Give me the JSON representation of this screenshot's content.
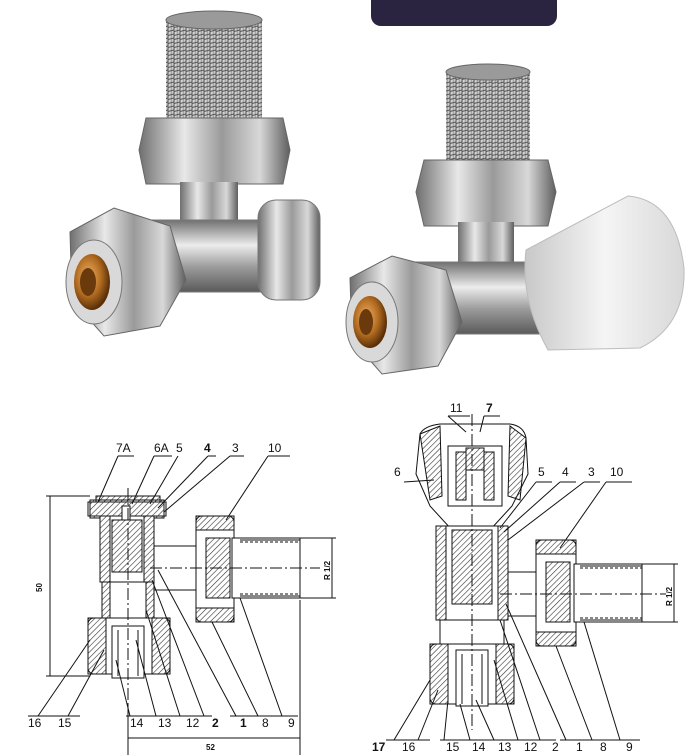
{
  "header_tab": {
    "color": "#2a2440"
  },
  "photos": [
    {
      "name": "straight-valve-photo"
    },
    {
      "name": "valve-with-cap-photo"
    }
  ],
  "left_diagram": {
    "top_labels": [
      "7A",
      "6A",
      "5",
      "4",
      "3",
      "10"
    ],
    "bottom_labels": [
      "16",
      "15",
      "14",
      "13",
      "12",
      "2",
      "1",
      "8",
      "9"
    ],
    "dim_height": "50",
    "dim_width": "52",
    "thread": "R 1/2"
  },
  "right_diagram": {
    "top_labels": [
      "11",
      "7"
    ],
    "side_labels": [
      "6",
      "5",
      "4",
      "3",
      "10"
    ],
    "bottom_labels": [
      "17",
      "16",
      "15",
      "14",
      "13",
      "12",
      "2",
      "1",
      "8",
      "9"
    ],
    "thread": "R 1/2"
  }
}
